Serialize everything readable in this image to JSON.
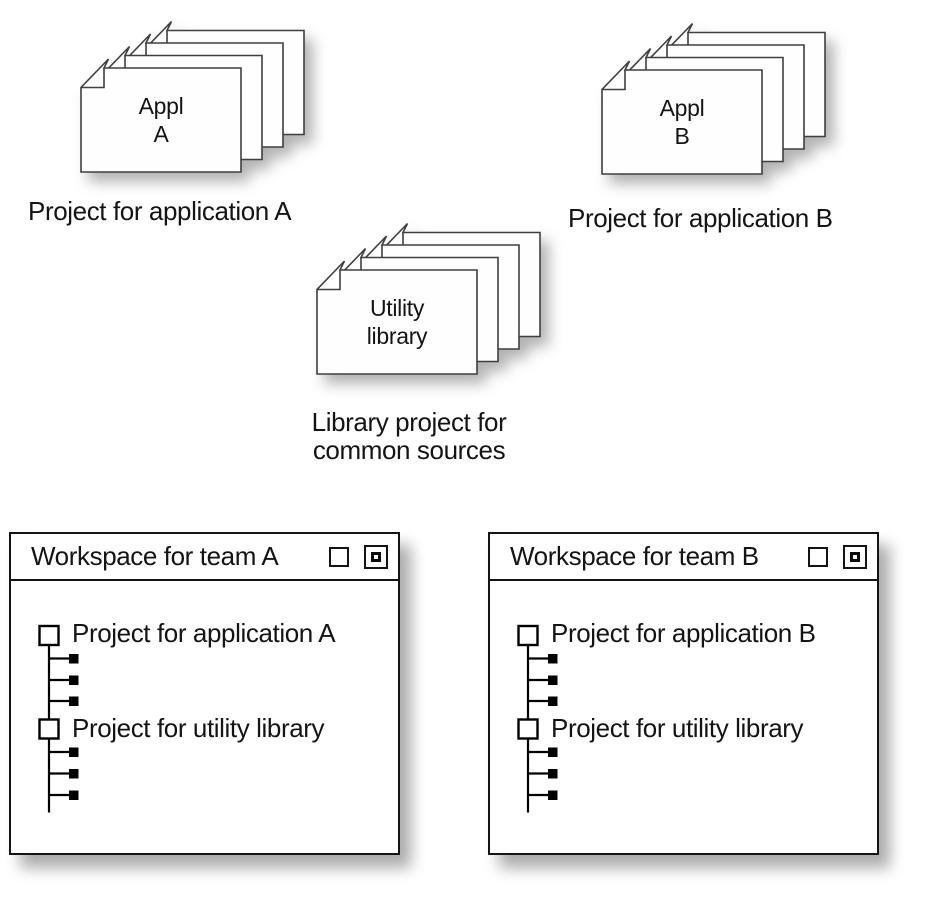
{
  "diagram": {
    "stacks": [
      {
        "name": "appl-a",
        "page_label_lines": [
          "Appl",
          "A"
        ],
        "caption_lines": [
          "Project for application A"
        ]
      },
      {
        "name": "appl-b",
        "page_label_lines": [
          "Appl",
          "B"
        ],
        "caption_lines": [
          "Project for application B"
        ]
      },
      {
        "name": "utility",
        "page_label_lines": [
          "Utility",
          "library"
        ],
        "caption_lines": [
          "Library project for",
          "common sources"
        ]
      }
    ],
    "windows": [
      {
        "name": "team-a",
        "title": "Workspace for team A",
        "titlebar_icons": [
          "empty-square-button-icon",
          "nested-square-button-icon"
        ],
        "items": [
          {
            "label": "Project for application A",
            "child_count": 3
          },
          {
            "label": "Project for utility library",
            "child_count": 3
          }
        ]
      },
      {
        "name": "team-b",
        "title": "Workspace for team B",
        "titlebar_icons": [
          "empty-square-button-icon",
          "nested-square-button-icon"
        ],
        "items": [
          {
            "label": "Project for application B",
            "child_count": 3
          },
          {
            "label": "Project for utility library",
            "child_count": 3
          }
        ]
      }
    ],
    "colors": {
      "background": "#ffffff",
      "page_fill": "#fefefe",
      "page_stroke": "#3f3f3f",
      "line": "#000000",
      "window_border": "#141414",
      "text": "#141414",
      "shadow": "#999999"
    }
  }
}
